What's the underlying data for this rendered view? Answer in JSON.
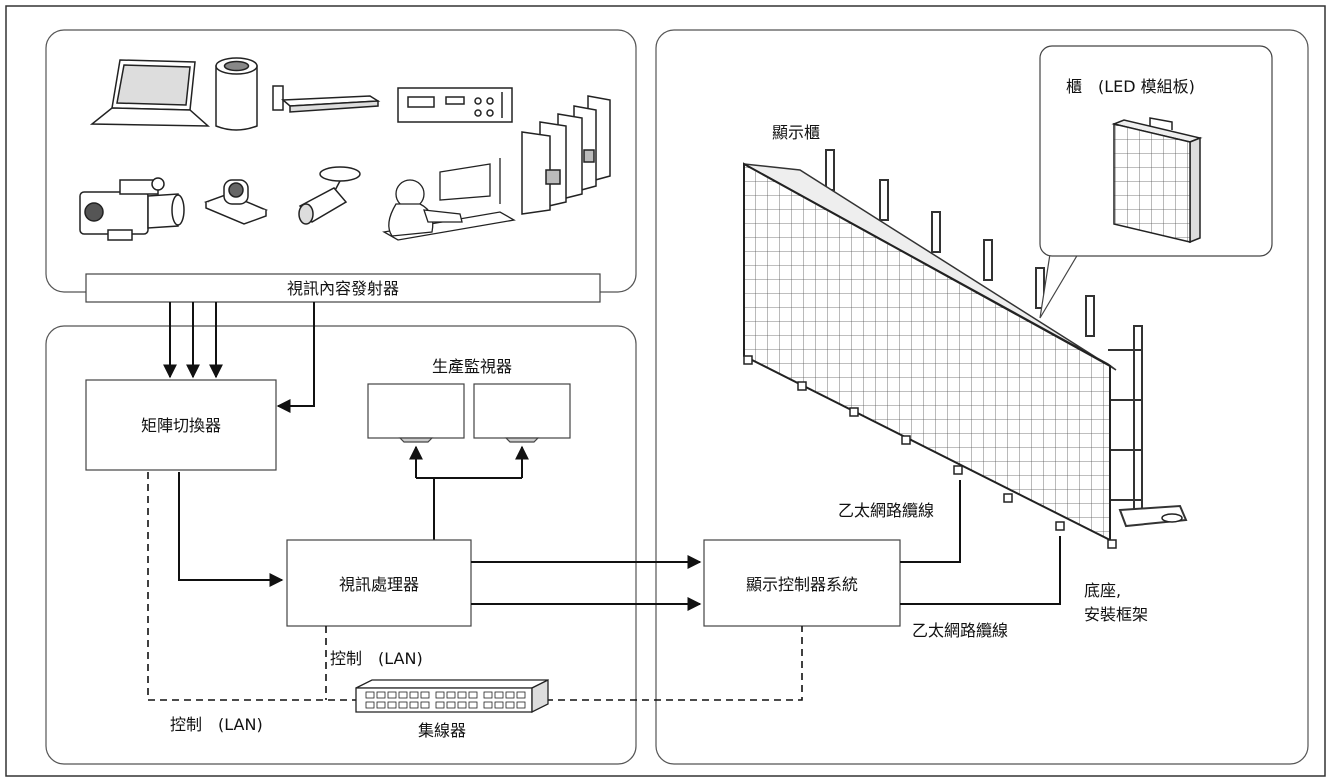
{
  "diagram": {
    "source_bar": {
      "label": "視訊內容發射器"
    },
    "matrix_switcher": {
      "label": "矩陣切換器"
    },
    "monitors": {
      "label": "生產監視器"
    },
    "video_processor": {
      "label": "視訊處理器"
    },
    "display_controller": {
      "label": "顯示控制器系統"
    },
    "hub": {
      "label": "集線器"
    },
    "control_lan_upper": "控制　(LAN)",
    "control_lan_lower": "控制　(LAN)",
    "display_cabinet": "顯示櫃",
    "cabinet_callout": "櫃　(LED 模組板)",
    "ethernet_upper": "乙太網路纜線",
    "ethernet_lower": "乙太網路纜線",
    "base_line1": "底座,",
    "base_line2": "安裝框架"
  },
  "icons": [
    "laptop-icon",
    "desktop-tower-icon",
    "media-player-icon",
    "rack-unit-icon",
    "server-rack-icon",
    "camcorder-icon",
    "ptz-camera-icon",
    "bullet-camera-icon",
    "operator-station-icon",
    "led-display-wall-icon",
    "led-cabinet-icon",
    "network-hub-icon"
  ]
}
